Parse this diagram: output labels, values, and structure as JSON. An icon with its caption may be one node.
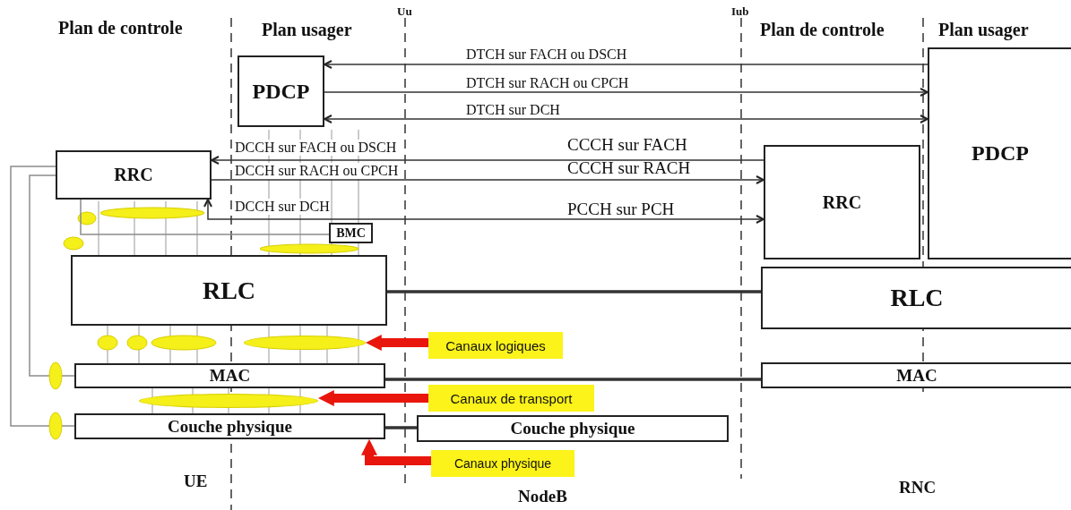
{
  "diagram": {
    "nodes": [
      {
        "text": [
          "PDCP"
        ]
      },
      {
        "text": [
          "RRC"
        ]
      },
      {
        "text": [
          "BMC"
        ]
      },
      {
        "text": [
          "RLC"
        ]
      },
      {
        "text": [
          "MAC"
        ]
      },
      {
        "text": [
          "Couche physique"
        ]
      },
      {
        "text": [
          "Couche physique"
        ]
      },
      {
        "text": [
          "PDCP"
        ]
      },
      {
        "text": [
          "RRC"
        ]
      },
      {
        "text": [
          "RLC"
        ]
      },
      {
        "text": [
          "MAC"
        ]
      },
      {
        "text": [
          "Canaux logiques"
        ]
      },
      {
        "text": [
          "Canaux de transport"
        ]
      },
      {
        "text": [
          "Canaux physique"
        ]
      },
      {
        "text": [],
        "shape": "ellipse"
      },
      {
        "text": [],
        "shape": "ellipse"
      }
    ],
    "edges": [
      {
        "from": 7,
        "to": 0,
        "arrow": "to",
        "label": "DTCH sur FACH ou DSCH"
      },
      {
        "from": 0,
        "to": 7,
        "arrow": "to",
        "label": "DTCH sur RACH ou CPCH"
      },
      {
        "from": 0,
        "to": 7,
        "arrow": "both",
        "label": "DTCH sur DCH"
      },
      {
        "from": 8,
        "to": 1,
        "arrow": "to",
        "label": "DCCH sur FACH ou DSCH"
      },
      {
        "from": 1,
        "to": 8,
        "arrow": "to",
        "label": "DCCH sur RACH ou CPCH"
      },
      {
        "from": 1,
        "to": 8,
        "arrow": "both",
        "label": "DCCH sur DCH"
      },
      {
        "from": 3,
        "to": 9,
        "arrow": "none",
        "style": "thick"
      },
      {
        "from": 4,
        "to": 10,
        "arrow": "none",
        "style": "thick"
      },
      {
        "from": 5,
        "to": 6,
        "arrow": "none",
        "style": "thick"
      },
      {
        "from": 1,
        "to": 2,
        "arrow": "none",
        "color": "#8c8c8c"
      },
      {
        "from": 1,
        "to": 4,
        "arrow": "none",
        "color": "#8c8c8c"
      },
      {
        "from": 1,
        "to": 5,
        "arrow": "none",
        "color": "#8c8c8c"
      },
      {
        "from": 11,
        "to": 14,
        "arrow": "to",
        "style": "thick",
        "color": "#e8160c"
      },
      {
        "from": 12,
        "to": 15,
        "arrow": "to",
        "style": "thick",
        "color": "#e8160c"
      },
      {
        "from": 13,
        "to": 5,
        "arrow": "to",
        "style": "thick",
        "color": "#e8160c"
      }
    ],
    "labels": [
      "Plan de controle",
      "Plan usager",
      "Uu",
      "Iub",
      "Plan de controle",
      "Plan usager",
      "CCCH sur FACH",
      "CCCH sur RACH",
      "PCCH sur PCH",
      "UE",
      "NodeB",
      "RNC"
    ]
  }
}
